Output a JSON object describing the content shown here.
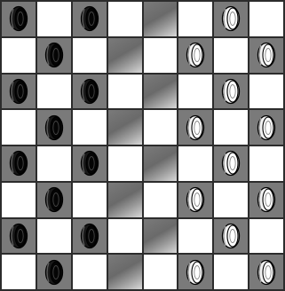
{
  "board": {
    "rows": 8,
    "cols": 8,
    "colors": {
      "light": "#ffffff",
      "dark": "#7a7a7a",
      "grid": "#2c2c2c"
    },
    "pieces": [
      {
        "r": 0,
        "c": 0,
        "color": "black"
      },
      {
        "r": 0,
        "c": 2,
        "color": "black"
      },
      {
        "r": 0,
        "c": 6,
        "color": "white"
      },
      {
        "r": 1,
        "c": 1,
        "color": "black"
      },
      {
        "r": 1,
        "c": 5,
        "color": "white"
      },
      {
        "r": 1,
        "c": 7,
        "color": "white"
      },
      {
        "r": 2,
        "c": 0,
        "color": "black"
      },
      {
        "r": 2,
        "c": 2,
        "color": "black"
      },
      {
        "r": 2,
        "c": 6,
        "color": "white"
      },
      {
        "r": 3,
        "c": 1,
        "color": "black"
      },
      {
        "r": 3,
        "c": 5,
        "color": "white"
      },
      {
        "r": 3,
        "c": 7,
        "color": "white"
      },
      {
        "r": 4,
        "c": 0,
        "color": "black"
      },
      {
        "r": 4,
        "c": 2,
        "color": "black"
      },
      {
        "r": 4,
        "c": 6,
        "color": "white"
      },
      {
        "r": 5,
        "c": 1,
        "color": "black"
      },
      {
        "r": 5,
        "c": 5,
        "color": "white"
      },
      {
        "r": 5,
        "c": 7,
        "color": "white"
      },
      {
        "r": 6,
        "c": 0,
        "color": "black"
      },
      {
        "r": 6,
        "c": 2,
        "color": "black"
      },
      {
        "r": 6,
        "c": 6,
        "color": "white"
      },
      {
        "r": 7,
        "c": 1,
        "color": "black"
      },
      {
        "r": 7,
        "c": 5,
        "color": "white"
      },
      {
        "r": 7,
        "c": 7,
        "color": "white"
      }
    ]
  }
}
